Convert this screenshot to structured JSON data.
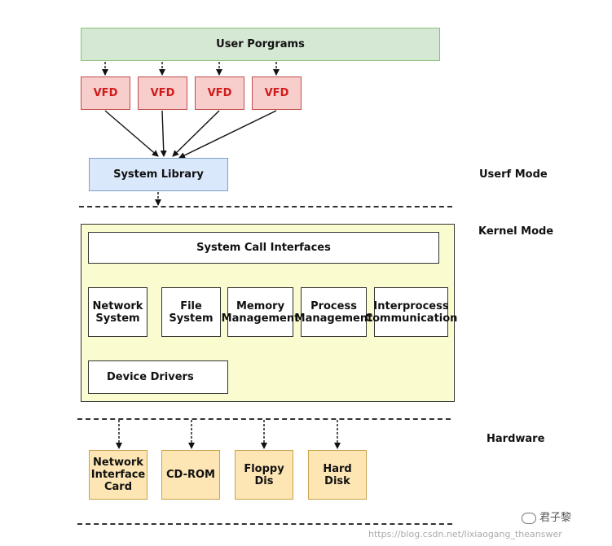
{
  "user_programs": "User Porgrams",
  "vfd_boxes": [
    "VFD",
    "VFD",
    "VFD",
    "VFD"
  ],
  "system_library": "System Library",
  "modes": {
    "user": "Userf Mode",
    "kernel": "Kernel Mode",
    "hardware": "Hardware"
  },
  "kernel": {
    "syscall": "System Call Interfaces",
    "modules": [
      [
        "Network",
        "System"
      ],
      [
        "File",
        "System"
      ],
      [
        "Memory",
        "Management"
      ],
      [
        "Process",
        "Management"
      ],
      [
        "Interprocess",
        "Communication"
      ]
    ],
    "device_drivers": "Device Drivers"
  },
  "hardware": [
    [
      "Network",
      "Interface",
      "Card"
    ],
    [
      "CD-ROM"
    ],
    [
      "Floppy",
      "Dis"
    ],
    [
      "Hard",
      "Disk"
    ]
  ],
  "watermark": {
    "author": "君子黎",
    "url": "https://blog.csdn.net/lixiaogang_theanswer"
  },
  "colors": {
    "user_programs": "#d5e8d4",
    "vfd": "#f8cecc",
    "system_library": "#dae8fc",
    "kernel": "#fbfbd0",
    "hardware": "#fde6b4"
  }
}
